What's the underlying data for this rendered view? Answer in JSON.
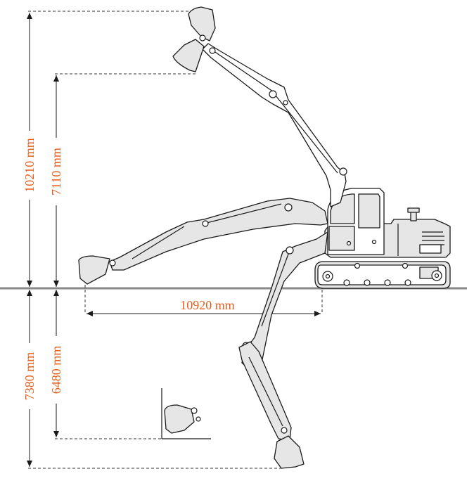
{
  "colors": {
    "dimension_text": "#e85c1a",
    "machine_fill": "#e6e6e6",
    "outline": "#1a1a1a",
    "ground": "#888888"
  },
  "dimensions": {
    "max_digging_height": "10210 mm",
    "max_dumping_height": "7110 mm",
    "max_digging_reach": "10920 mm",
    "max_digging_depth": "7380 mm",
    "max_vertical_wall_depth": "6480 mm"
  }
}
